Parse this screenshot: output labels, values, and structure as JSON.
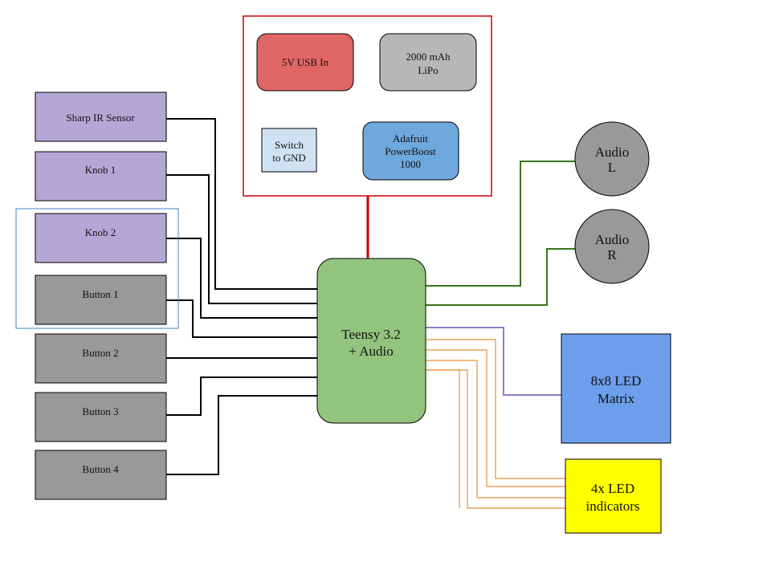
{
  "power_module": {
    "usb_in": "5V USB In",
    "lipo_line1": "2000 mAh",
    "lipo_line2": "LiPo",
    "switch_line1": "Switch",
    "switch_line2": "to GND",
    "powerboost_line1": "Adafruit",
    "powerboost_line2": "PowerBoost",
    "powerboost_line3": "1000"
  },
  "inputs": {
    "sharp_ir": "Sharp IR Sensor",
    "knob1": "Knob 1",
    "knob2": "Knob 2",
    "button1": "Button 1",
    "button2": "Button 2",
    "button3": "Button 3",
    "button4": "Button 4"
  },
  "mcu": {
    "line1": "Teensy 3.2",
    "line2": "+ Audio"
  },
  "outputs": {
    "audio_l_line1": "Audio",
    "audio_l_line2": "L",
    "audio_r_line1": "Audio",
    "audio_r_line2": "R",
    "matrix_line1": "8x8 LED",
    "matrix_line2": "Matrix",
    "leds_line1": "4x LED",
    "leds_line2": "indicators"
  },
  "colors": {
    "power_border": "#cc0000",
    "usb_fill": "#e06666",
    "lipo_fill": "#b7b7b7",
    "switch_fill": "#cfe2f3",
    "powerboost_fill": "#6fa8dc",
    "sensor_fill": "#b4a7d6",
    "button_fill": "#999999",
    "mcu_fill": "#93c47d",
    "audio_fill": "#999999",
    "matrix_fill": "#6d9eeb",
    "leds_fill": "#ffff00",
    "wire_black": "#000000",
    "wire_red": "#cc0000",
    "wire_green": "#38761d",
    "wire_purple": "#8e7cc3",
    "wire_orange": "#e69138",
    "highlight_border": "#3d85c6"
  }
}
